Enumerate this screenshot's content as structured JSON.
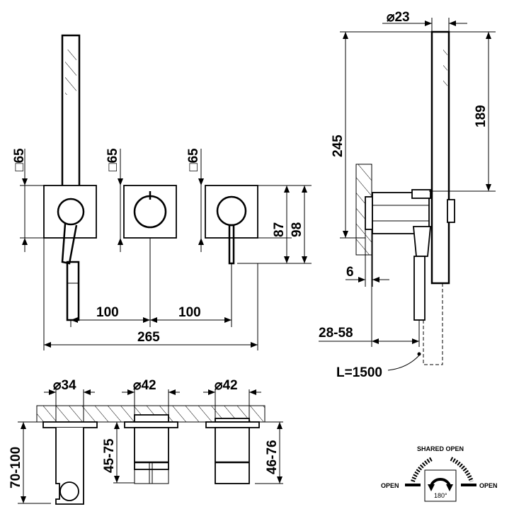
{
  "front_view": {
    "plate_size_1": "□65",
    "plate_size_2": "□65",
    "plate_size_3": "□65",
    "height_87": "87",
    "height_98": "98",
    "spacing_1": "100",
    "spacing_2": "100",
    "total_width": "265"
  },
  "side_view": {
    "diameter": "⌀23",
    "height_245": "245",
    "height_189": "189",
    "wall_offset": "6",
    "projection": "28-58",
    "hose_length": "L=1500"
  },
  "top_view": {
    "diameter_1": "⌀34",
    "diameter_2": "⌀42",
    "diameter_3": "⌀42",
    "depth_1": "70-100",
    "depth_2": "45-75",
    "depth_3": "46-76"
  },
  "rotation_legend": {
    "shared_open": "SHARED OPEN",
    "open_left": "OPEN",
    "open_right": "OPEN",
    "angle": "180°"
  }
}
